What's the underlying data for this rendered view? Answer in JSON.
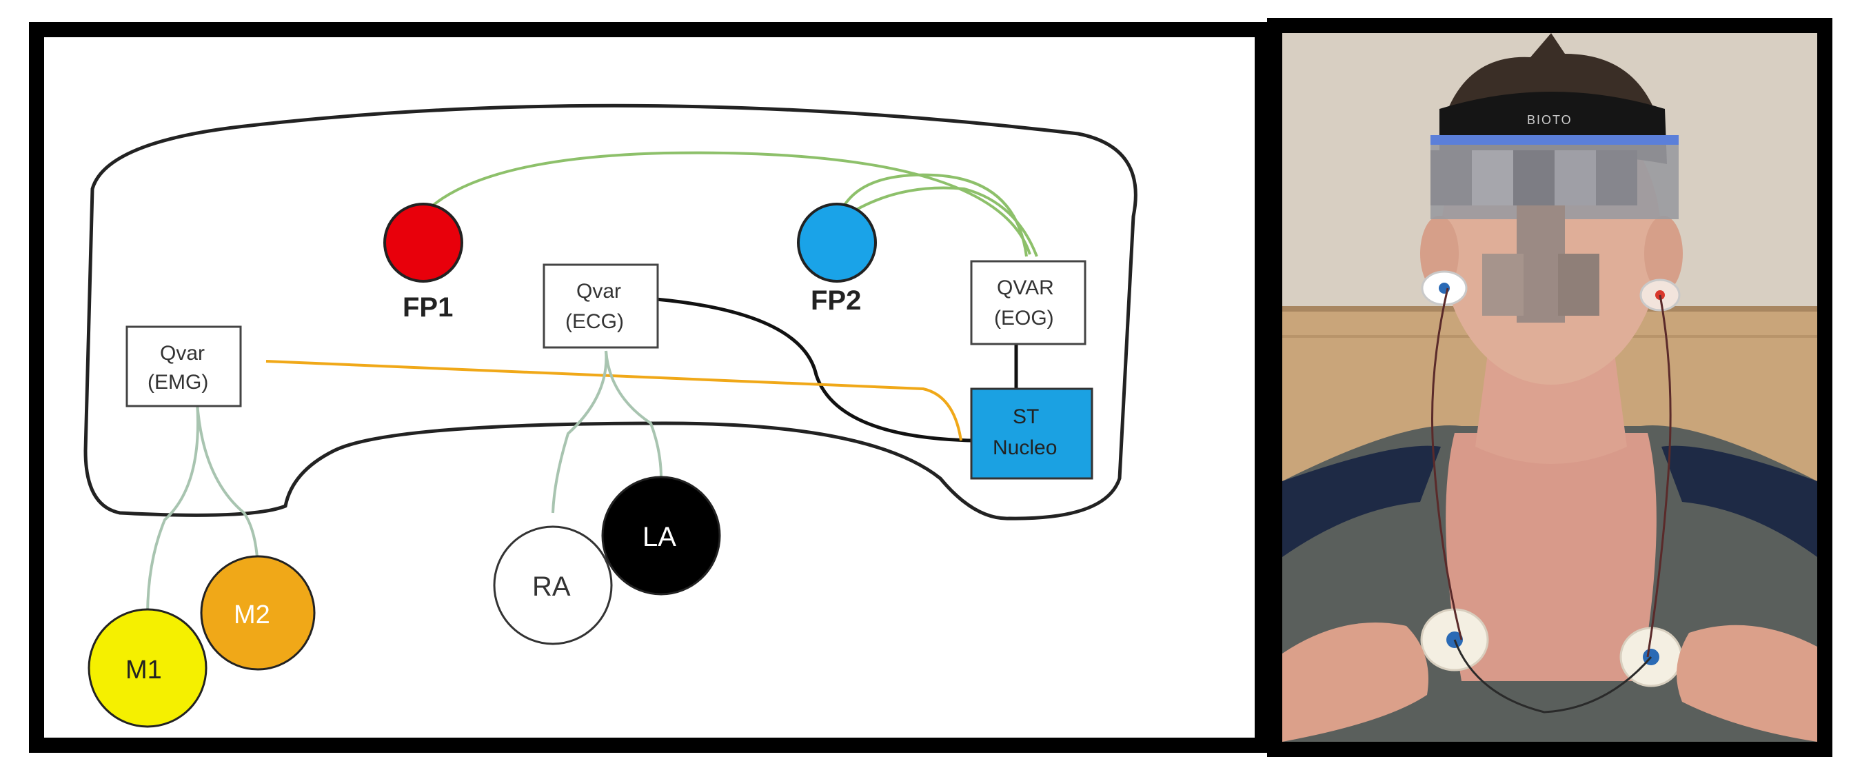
{
  "diagram": {
    "electrodes": {
      "fp1": "FP1",
      "fp2": "FP2",
      "m1": "M1",
      "m2": "M2",
      "ra": "RA",
      "la": "LA"
    },
    "modules": {
      "emg": [
        "Qvar",
        "(EMG)"
      ],
      "ecg": [
        "Qvar",
        "(ECG)"
      ],
      "eog": [
        "QVAR",
        "(EOG)"
      ],
      "mcu": [
        "ST",
        "Nucleo"
      ]
    },
    "colors": {
      "fp1": "#e8000b",
      "fp2": "#1aa3e8",
      "m1": "#f5f000",
      "m2": "#f0a818",
      "la": "#000000",
      "ra": "#ffffff",
      "mcu": "#1ba1e2",
      "wire_green": "#8dc06a",
      "wire_orange": "#f0a818",
      "wire_gray": "#a8c4b0"
    }
  },
  "photo": {
    "headband_text": "BIOTO"
  }
}
